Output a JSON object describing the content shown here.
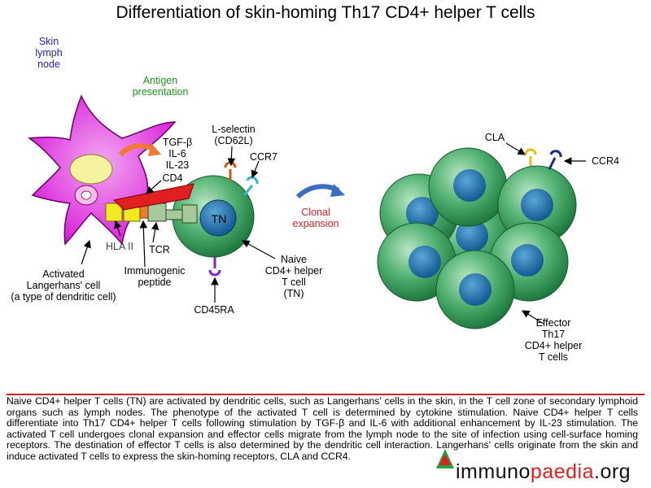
{
  "title": "Differentiation of skin-homing Th17 CD4+ helper T cells",
  "labels": {
    "skin_lymph_node": "Skin\nlymph\nnode",
    "antigen_presentation": "Antigen\npresentation",
    "cytokines": "TGF-β\nIL-6\nIL-23",
    "l_selectin": "L-selectin\n(CD62L)",
    "ccr7": "CCR7",
    "cd4": "CD4",
    "tn": "TN",
    "hla2": "HLA II",
    "tcr": "TCR",
    "immunogenic_peptide": "Immunogenic\npeptide",
    "activated_lc": "Activated\nLangerhans' cell\n(a type of dendritic cell)",
    "cd45ra": "CD45RA",
    "naive_cell": "Naive\nCD4+ helper\nT cell\n(TN)",
    "clonal_expansion": "Clonal\nexpansion",
    "cla": "CLA",
    "ccr4": "CCR4",
    "effector": "Effector\nTh17\nCD4+ helper\nT cells"
  },
  "caption": "Naive CD4+ helper T cells (TN) are activated by dendritic cells, such as Langerhans' cells in the skin, in the T cell zone of secondary lymphoid organs such as lymph nodes. The phenotype of the activated T cell is determined by cytokine stimulation. Naive CD4+ helper T cells differentiate into Th17 CD4+ helper T cells following stimulation by TGF-β and IL-6 with additional enhancement by IL-23 stimulation. The activated T cell undergoes clonal expansion and effector cells migrate from the lymph node to the site of infection using cell-surface homing receptors. The destination of effector T cells is also determined by the dendritic cell interaction. Langerhans' cells originate from the skin and induce activated T cells to express the skin-homing receptors, CLA and CCR4.",
  "logo": {
    "part1": "immuno",
    "part2": "paedia",
    "part3": ".org"
  },
  "colors": {
    "dendritic_cell": "#e020e0",
    "t_cell_outer": "#2e9a55",
    "t_cell_nucleus": "#1a6aa6",
    "arrow_orange": "#f07a30",
    "arrow_blue": "#3a6ec0",
    "cd4_red": "#e02020",
    "accent_red": "#cc2222"
  }
}
